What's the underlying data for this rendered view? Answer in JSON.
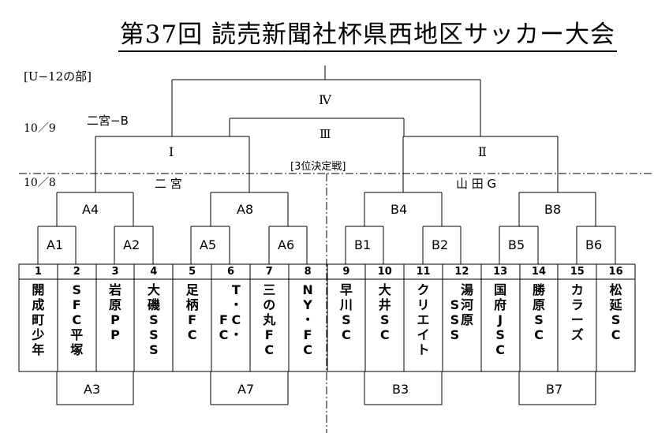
{
  "title": "第37回 読売新聞社杯県西地区サッカー大会",
  "division": "[U−12の部]",
  "dates": {
    "top": "10／9",
    "bottom": "10／8"
  },
  "venues": {
    "left": "二 宮",
    "right": "山 田 G",
    "upper": "二宮−B"
  },
  "rounds": {
    "final": "Ⅳ",
    "third_place": "Ⅲ",
    "semi_left": "Ⅰ",
    "semi_right": "Ⅱ",
    "third_place_note": "[3位決定戦]"
  },
  "matches": {
    "a4": "A4",
    "a8": "A8",
    "b4": "B4",
    "b8": "B8",
    "a1": "A1",
    "a2": "A2",
    "a5": "A5",
    "a6": "A6",
    "b1": "B1",
    "b2": "B2",
    "b5": "B5",
    "b6": "B6",
    "a3": "A3",
    "a7": "A7",
    "b3": "B3",
    "b7": "B7"
  },
  "teams": [
    {
      "no": "1",
      "cols": [
        "開\n成\n町\n少\n年"
      ]
    },
    {
      "no": "2",
      "cols": [
        "S\nF\nC\n平\n塚"
      ]
    },
    {
      "no": "3",
      "cols": [
        "岩\n原\nP\nP"
      ]
    },
    {
      "no": "4",
      "cols": [
        "大\n磯\nS\nS\nS"
      ]
    },
    {
      "no": "5",
      "cols": [
        "足\n柄\nF\nC"
      ]
    },
    {
      "no": "6",
      "cols": [
        "T\n・\nC\n・",
        "\n\nF\nC"
      ]
    },
    {
      "no": "7",
      "cols": [
        "三\nの\n丸\nF\nC"
      ]
    },
    {
      "no": "8",
      "cols": [
        "N\nY\n・\nF\nC"
      ]
    },
    {
      "no": "9",
      "cols": [
        "早\n川\nS\nC"
      ]
    },
    {
      "no": "10",
      "cols": [
        "大\n井\nS\nC"
      ]
    },
    {
      "no": "11",
      "cols": [
        "ク\nリ\nエ\nイ\nト"
      ]
    },
    {
      "no": "12",
      "cols": [
        "湯\n河\n原",
        "\nS\nS\nS"
      ]
    },
    {
      "no": "13",
      "cols": [
        "国\n府\nJ\nS\nC"
      ]
    },
    {
      "no": "14",
      "cols": [
        "勝\n原\nS\nC"
      ]
    },
    {
      "no": "15",
      "cols": [
        "カ\nラ\nー\nズ"
      ]
    },
    {
      "no": "16",
      "cols": [
        "松\n延\nS\nC"
      ]
    }
  ]
}
